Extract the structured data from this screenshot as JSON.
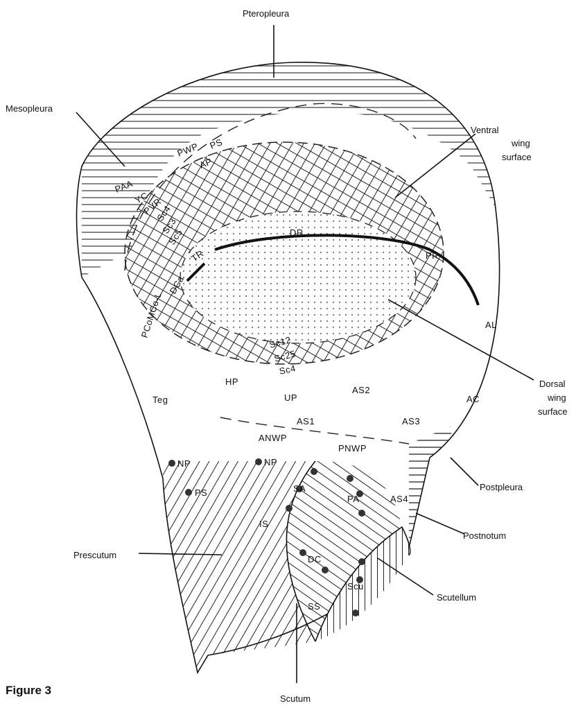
{
  "callouts": {
    "pteropleura": "Pteropleura",
    "mesopleura": "Mesopleura",
    "ventral_line1": "Ventral",
    "ventral_line2": "wing",
    "ventral_line3": "surface",
    "dorsal_line1": "Dorsal",
    "dorsal_line2": "wing",
    "dorsal_line3": "surface",
    "postpleura": "Postpleura",
    "postnotum": "Postnotum",
    "scutellum": "Scutellum",
    "prescutum": "Prescutum",
    "scutum": "Scutum"
  },
  "codes": {
    "pwp": "PWP",
    "ps_upper": "PS",
    "ap": "AP",
    "paa": "PAA",
    "yc": "YC",
    "pvr": "PVR",
    "sc4_left": "Sc4",
    "sc3": "Sc3",
    "sc5": "Sc5",
    "tr": "TR",
    "dca": "DCa",
    "pcomco": "PCoMCo-L",
    "dr": "DR",
    "pr": "PR",
    "al": "AL",
    "sc12": "Sc12",
    "sc25": "Sc25",
    "sc4_bottom": "Sc4",
    "hp": "HP",
    "up": "UP",
    "as2": "AS2",
    "teg": "Teg",
    "ac": "AC",
    "as1": "AS1",
    "as3": "AS3",
    "anwp": "ANWP",
    "pnwp": "PNWP",
    "np_left": "NP",
    "np_mid": "NP",
    "ps_lower": "PS",
    "sa": "SA",
    "pa": "PA",
    "as4": "AS4",
    "is": "IS",
    "dc": "DC",
    "scu": "Scu",
    "ss": "SS"
  },
  "caption": "Figure 3"
}
